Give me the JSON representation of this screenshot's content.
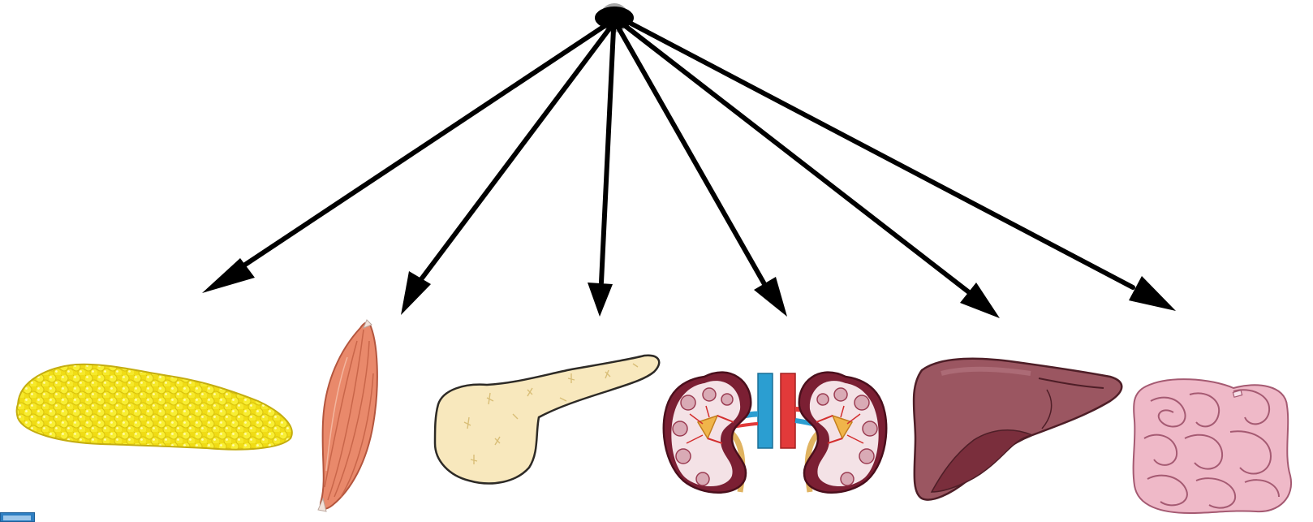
{
  "diagram": {
    "source_node": "hub",
    "targets": [
      {
        "id": "adipose",
        "icon": "adipose-tissue-icon",
        "color": "#f2e21a"
      },
      {
        "id": "muscle",
        "icon": "skeletal-muscle-icon",
        "color": "#e8876a"
      },
      {
        "id": "pancreas",
        "icon": "pancreas-icon",
        "color": "#f7e8bd"
      },
      {
        "id": "kidneys",
        "icon": "kidneys-icon",
        "color": "#9c2b42"
      },
      {
        "id": "liver",
        "icon": "liver-icon",
        "color": "#9a5560"
      },
      {
        "id": "intestine",
        "icon": "small-intestine-icon",
        "color": "#ecb5c5"
      }
    ],
    "arrow_color": "#000000",
    "arrow_count": 6
  }
}
